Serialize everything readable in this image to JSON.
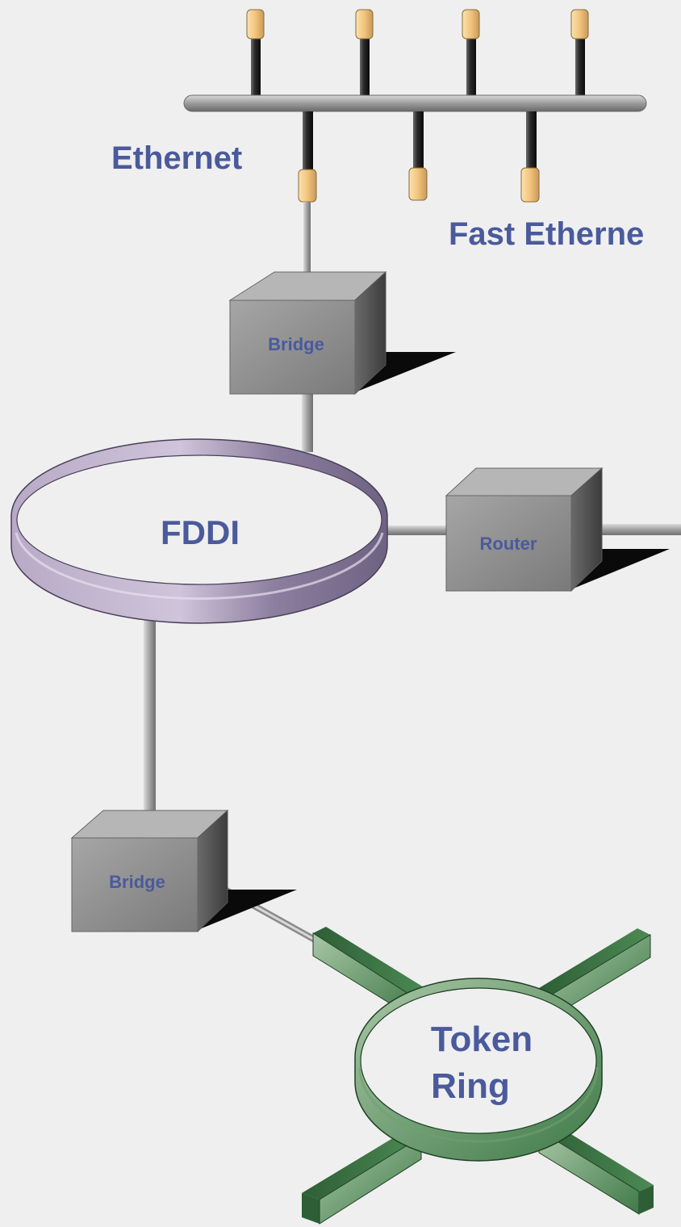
{
  "labels": {
    "ethernet": "Ethernet",
    "fast_ethernet": "Fast Etherne",
    "fddi": "FDDI",
    "token_ring_line1": "Token",
    "token_ring_line2": "Ring"
  },
  "devices": {
    "bridge_top": "Bridge",
    "router": "Router",
    "bridge_bottom": "Bridge"
  },
  "colors": {
    "label_text": "#4a5a9c",
    "box_front": "#8c8c8c",
    "box_side": "#5a5a5a",
    "box_top": "#b4b4b4",
    "fddi_ring": "#a89ab8",
    "token_ring": "#3f7a48",
    "connector": "#f2c47c",
    "bus": "#9a9a9a"
  }
}
